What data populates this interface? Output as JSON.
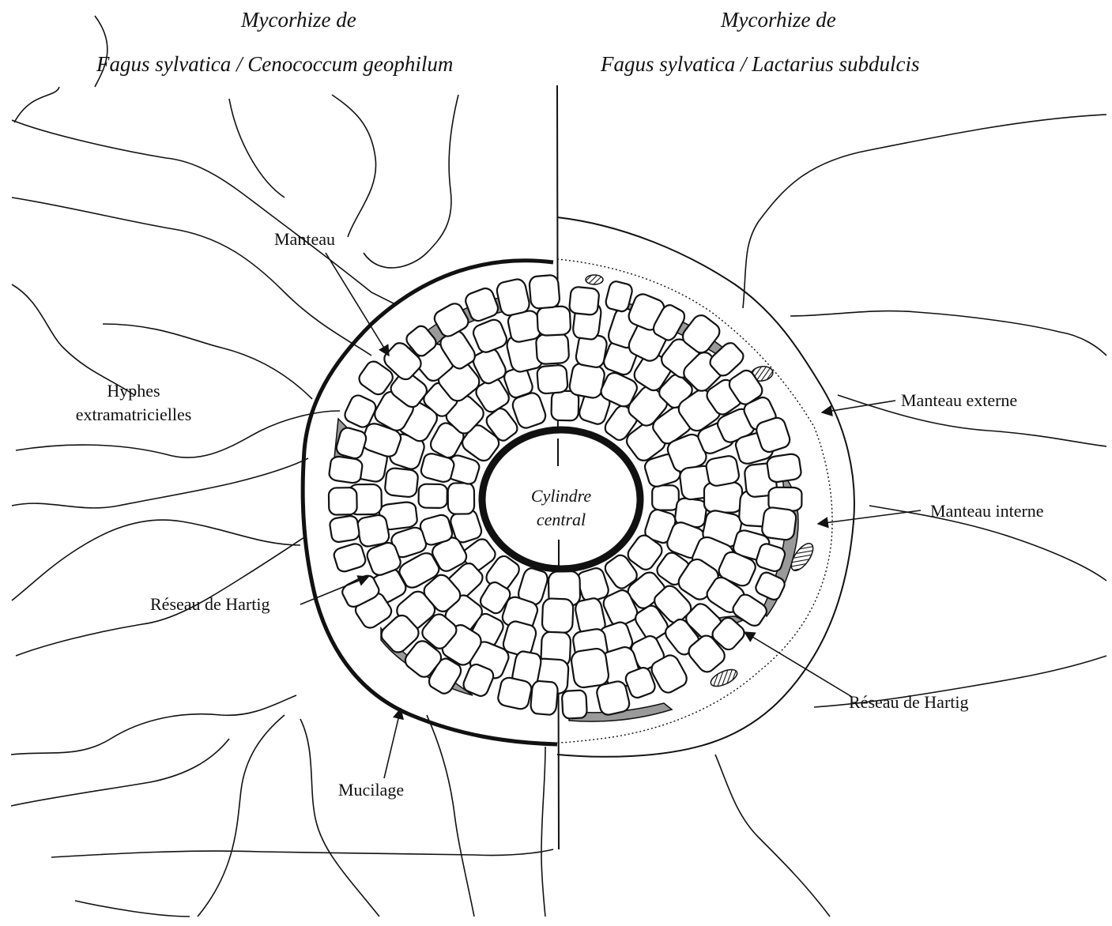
{
  "titles": {
    "left_line1": "Mycorhize de",
    "left_line2": "Fagus sylvatica / Cenococcum geophilum",
    "right_line1": "Mycorhize de",
    "right_line2": "Fagus sylvatica / Lactarius subdulcis"
  },
  "labels": {
    "manteau": "Manteau",
    "hyphes_line1": "Hyphes",
    "hyphes_line2": "extramatricielles",
    "reseau_left": "Réseau de Hartig",
    "mucilage": "Mucilage",
    "manteau_externe": "Manteau externe",
    "manteau_interne": "Manteau interne",
    "reseau_right": "Réseau de Hartig",
    "cylindre_line1": "Cylindre",
    "cylindre_line2": "central"
  },
  "colors": {
    "ink": "#111111",
    "mantle_fill": "#9a9a9a",
    "background": "#ffffff"
  }
}
